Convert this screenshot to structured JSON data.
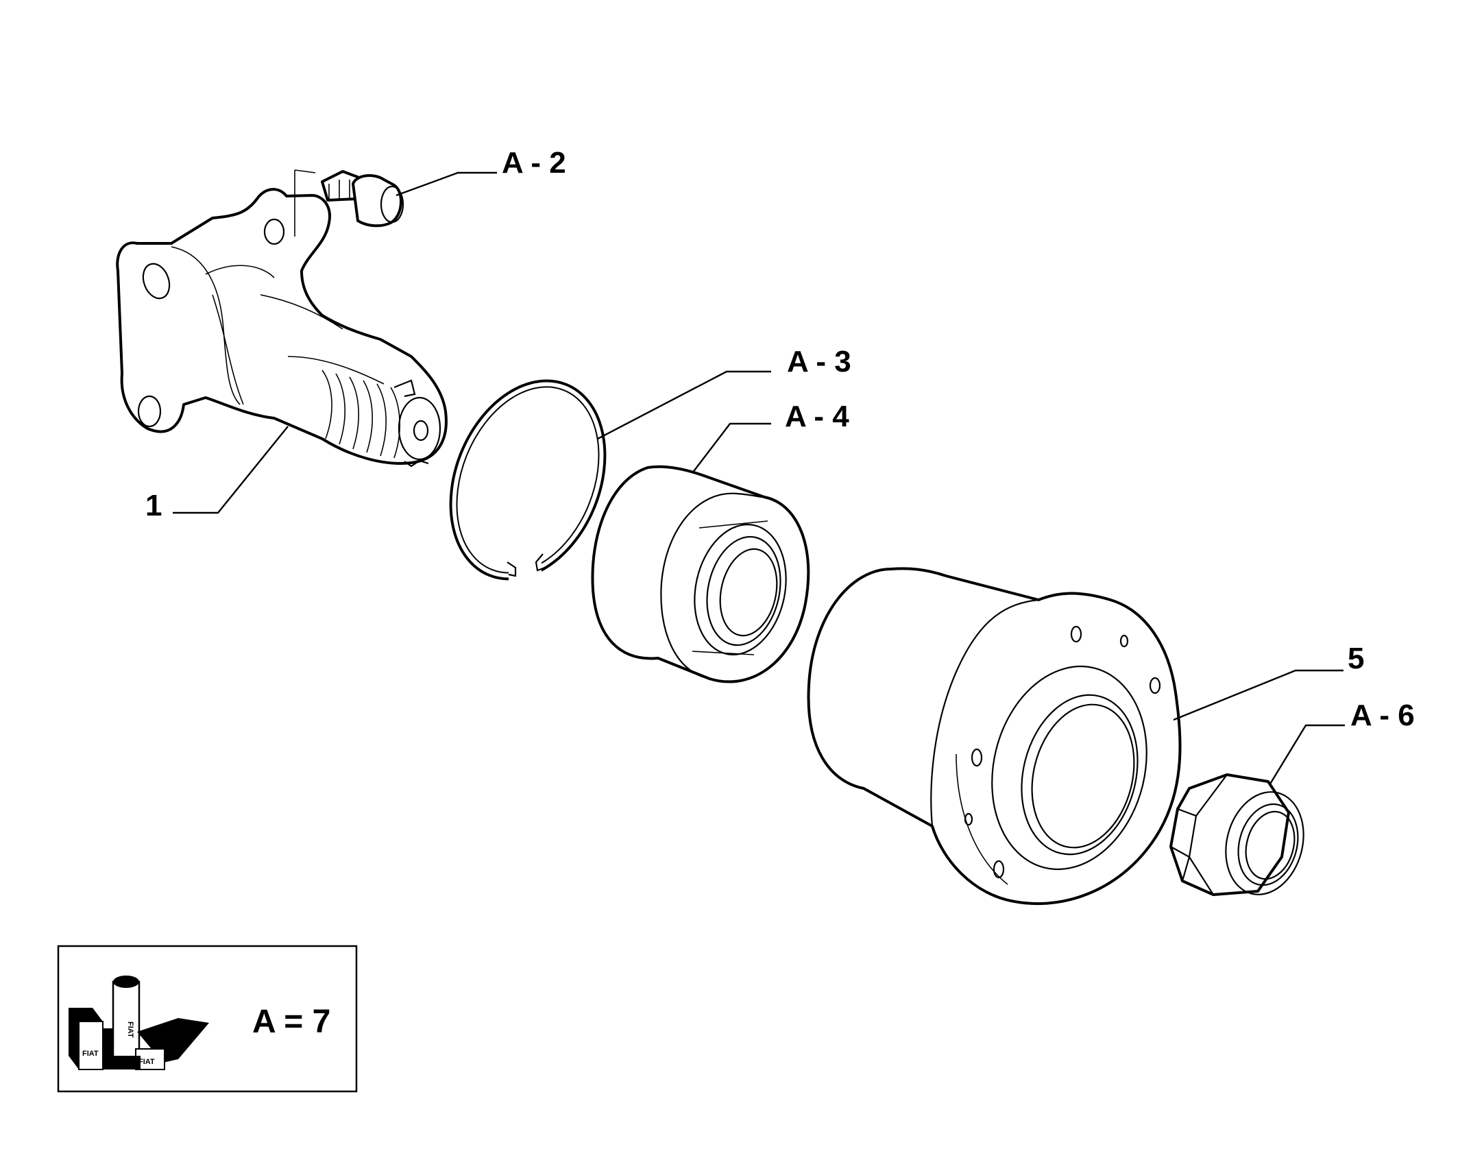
{
  "callouts": {
    "bolt": "A - 2",
    "shaft": "1",
    "circlip": "A - 3",
    "bearing": "A - 4",
    "hub": "5",
    "nut": "A - 6"
  },
  "kit": {
    "text": "A = 7",
    "logo_brand": "FIAT"
  }
}
